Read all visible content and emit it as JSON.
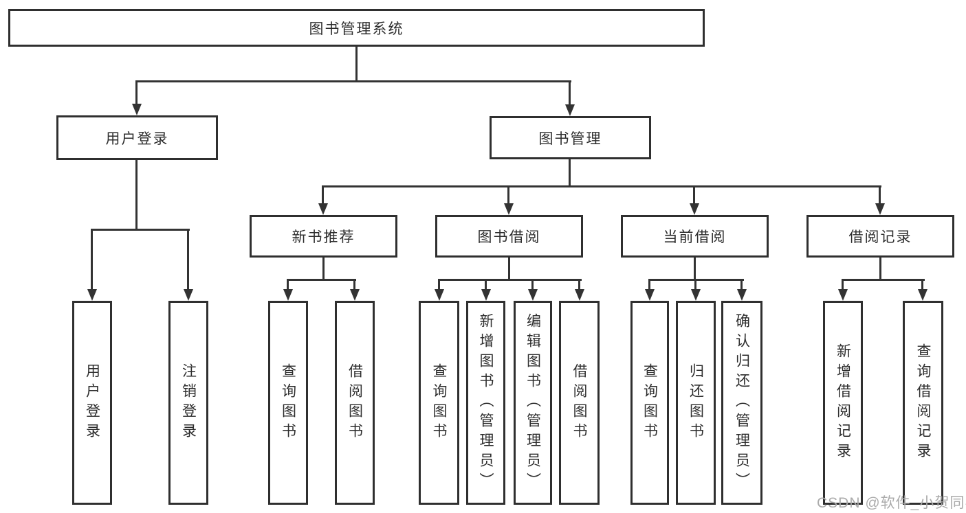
{
  "diagram": {
    "type": "tree",
    "root": {
      "label": "图书管理系统"
    },
    "level2": [
      {
        "id": "user-login",
        "label": "用户登录"
      },
      {
        "id": "book-management",
        "label": "图书管理"
      }
    ],
    "level3": [
      {
        "id": "new-book-recommend",
        "label": "新书推荐"
      },
      {
        "id": "book-borrow",
        "label": "图书借阅"
      },
      {
        "id": "current-borrow",
        "label": "当前借阅"
      },
      {
        "id": "borrow-records",
        "label": "借阅记录"
      }
    ],
    "leaves": [
      {
        "parent": "用户登录",
        "label": "用户登录"
      },
      {
        "parent": "用户登录",
        "label": "注销登录"
      },
      {
        "parent": "新书推荐",
        "label": "查询图书"
      },
      {
        "parent": "新书推荐",
        "label": "借阅图书"
      },
      {
        "parent": "图书借阅",
        "label": "查询图书"
      },
      {
        "parent": "图书借阅",
        "label": "新增图书（管理员）"
      },
      {
        "parent": "图书借阅",
        "label": "编辑图书（管理员）"
      },
      {
        "parent": "图书借阅",
        "label": "借阅图书"
      },
      {
        "parent": "当前借阅",
        "label": "查询图书"
      },
      {
        "parent": "当前借阅",
        "label": "归还图书"
      },
      {
        "parent": "当前借阅",
        "label": "确认归还（管理员）"
      },
      {
        "parent": "借阅记录",
        "label": "新增借阅记录"
      },
      {
        "parent": "借阅记录",
        "label": "查询借阅记录"
      }
    ]
  },
  "watermark": {
    "text": "CSDN @软件_小贺同学"
  },
  "colors": {
    "line": "#333333",
    "text": "#2d2d2d",
    "box_background": "#ffffff",
    "page_background": "#ffffff",
    "watermark": "#ababab"
  }
}
